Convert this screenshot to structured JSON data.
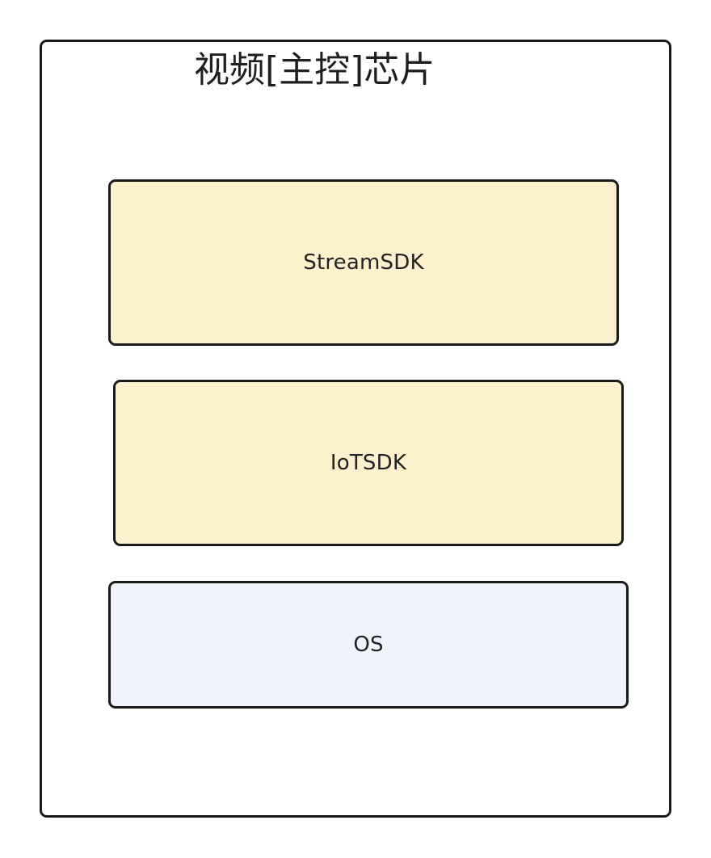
{
  "diagram": {
    "title": "视频[主控]芯片",
    "layers": [
      {
        "label": "StreamSDK",
        "fill": "#fdf0cc"
      },
      {
        "label": "IoTSDK",
        "fill": "#fdf0cc"
      },
      {
        "label": "OS",
        "fill": "#eef3fc"
      }
    ],
    "colors": {
      "border": "#1a1a1a",
      "container_fill": "#ffffff",
      "text": "#222222"
    }
  }
}
